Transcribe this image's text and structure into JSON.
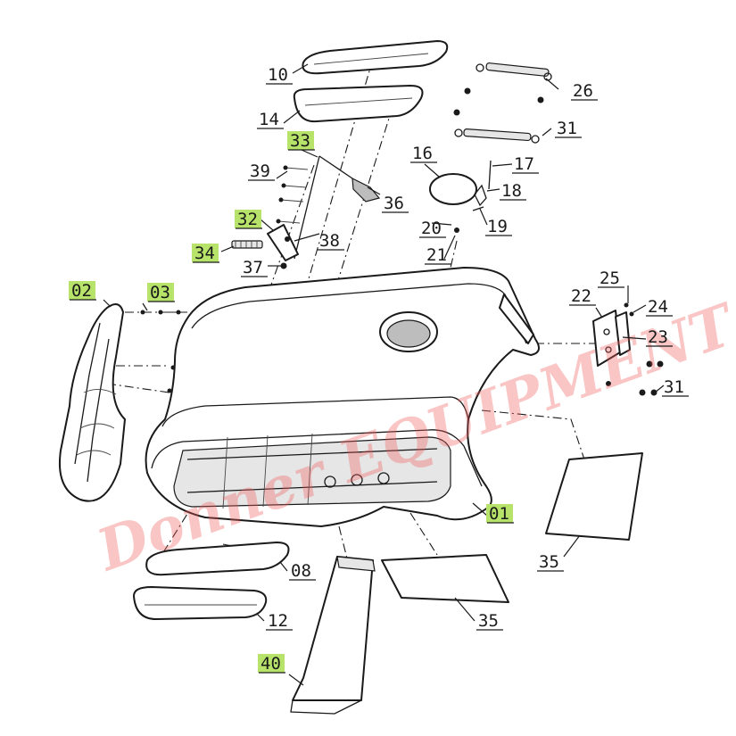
{
  "watermark": "Donner EQUIPMENT",
  "highlight_color": "#b7e36a",
  "watermark_color": "#f05a5a",
  "callouts": [
    {
      "id": "c10",
      "label": "10",
      "highlighted": false
    },
    {
      "id": "c14",
      "label": "14",
      "highlighted": false
    },
    {
      "id": "c33",
      "label": "33",
      "highlighted": true
    },
    {
      "id": "c39",
      "label": "39",
      "highlighted": false
    },
    {
      "id": "c36",
      "label": "36",
      "highlighted": false
    },
    {
      "id": "c32",
      "label": "32",
      "highlighted": true
    },
    {
      "id": "c38",
      "label": "38",
      "highlighted": false
    },
    {
      "id": "c34",
      "label": "34",
      "highlighted": true
    },
    {
      "id": "c37",
      "label": "37",
      "highlighted": false
    },
    {
      "id": "c26",
      "label": "26",
      "highlighted": false
    },
    {
      "id": "c31a",
      "label": "31",
      "highlighted": false
    },
    {
      "id": "c16",
      "label": "16",
      "highlighted": false
    },
    {
      "id": "c17",
      "label": "17",
      "highlighted": false
    },
    {
      "id": "c18",
      "label": "18",
      "highlighted": false
    },
    {
      "id": "c19",
      "label": "19",
      "highlighted": false
    },
    {
      "id": "c20",
      "label": "20",
      "highlighted": false
    },
    {
      "id": "c21",
      "label": "21",
      "highlighted": false
    },
    {
      "id": "c02",
      "label": "02",
      "highlighted": true
    },
    {
      "id": "c03",
      "label": "03",
      "highlighted": true
    },
    {
      "id": "c25",
      "label": "25",
      "highlighted": false
    },
    {
      "id": "c22",
      "label": "22",
      "highlighted": false
    },
    {
      "id": "c24",
      "label": "24",
      "highlighted": false
    },
    {
      "id": "c23",
      "label": "23",
      "highlighted": false
    },
    {
      "id": "c31b",
      "label": "31",
      "highlighted": false
    },
    {
      "id": "c01",
      "label": "01",
      "highlighted": true
    },
    {
      "id": "c35a",
      "label": "35",
      "highlighted": false
    },
    {
      "id": "c08",
      "label": "08",
      "highlighted": false
    },
    {
      "id": "c35b",
      "label": "35",
      "highlighted": false
    },
    {
      "id": "c12",
      "label": "12",
      "highlighted": false
    },
    {
      "id": "c40",
      "label": "40",
      "highlighted": true
    }
  ]
}
